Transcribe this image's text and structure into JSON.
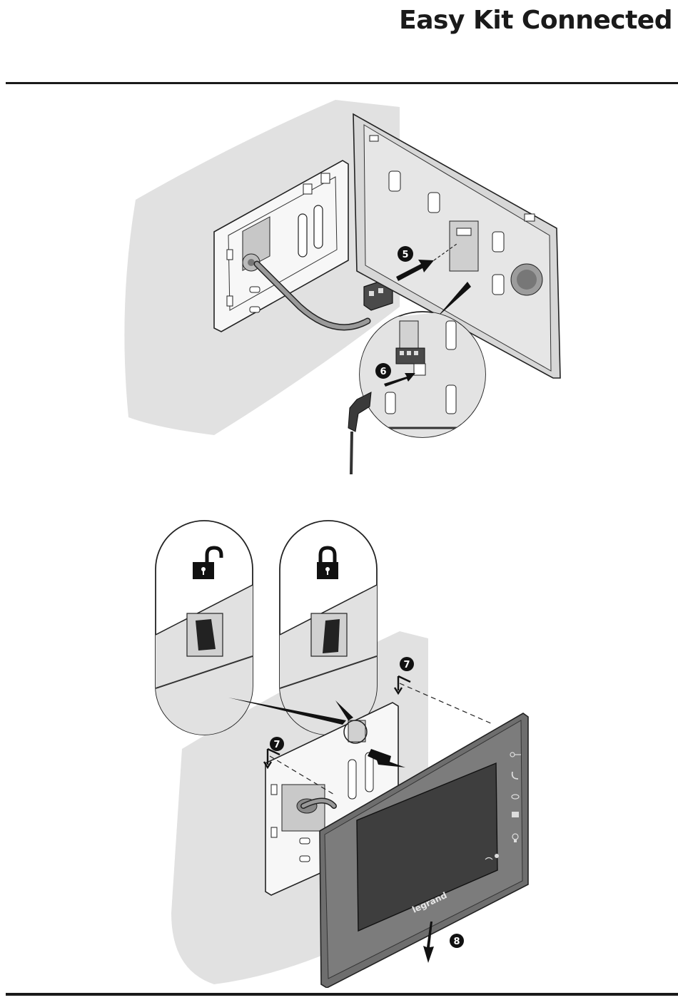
{
  "header": {
    "title": "Easy Kit Connected"
  },
  "figure_top": {
    "steps": [
      "5",
      "6"
    ]
  },
  "figure_bottom": {
    "steps": [
      "7",
      "7",
      "8"
    ],
    "monitor_brand": "legrand",
    "icons": [
      "lock-open-icon",
      "lock-closed-icon",
      "key-icon",
      "phone-icon",
      "eye-icon",
      "camera-icon",
      "bulb-icon",
      "wifi-icon"
    ]
  }
}
